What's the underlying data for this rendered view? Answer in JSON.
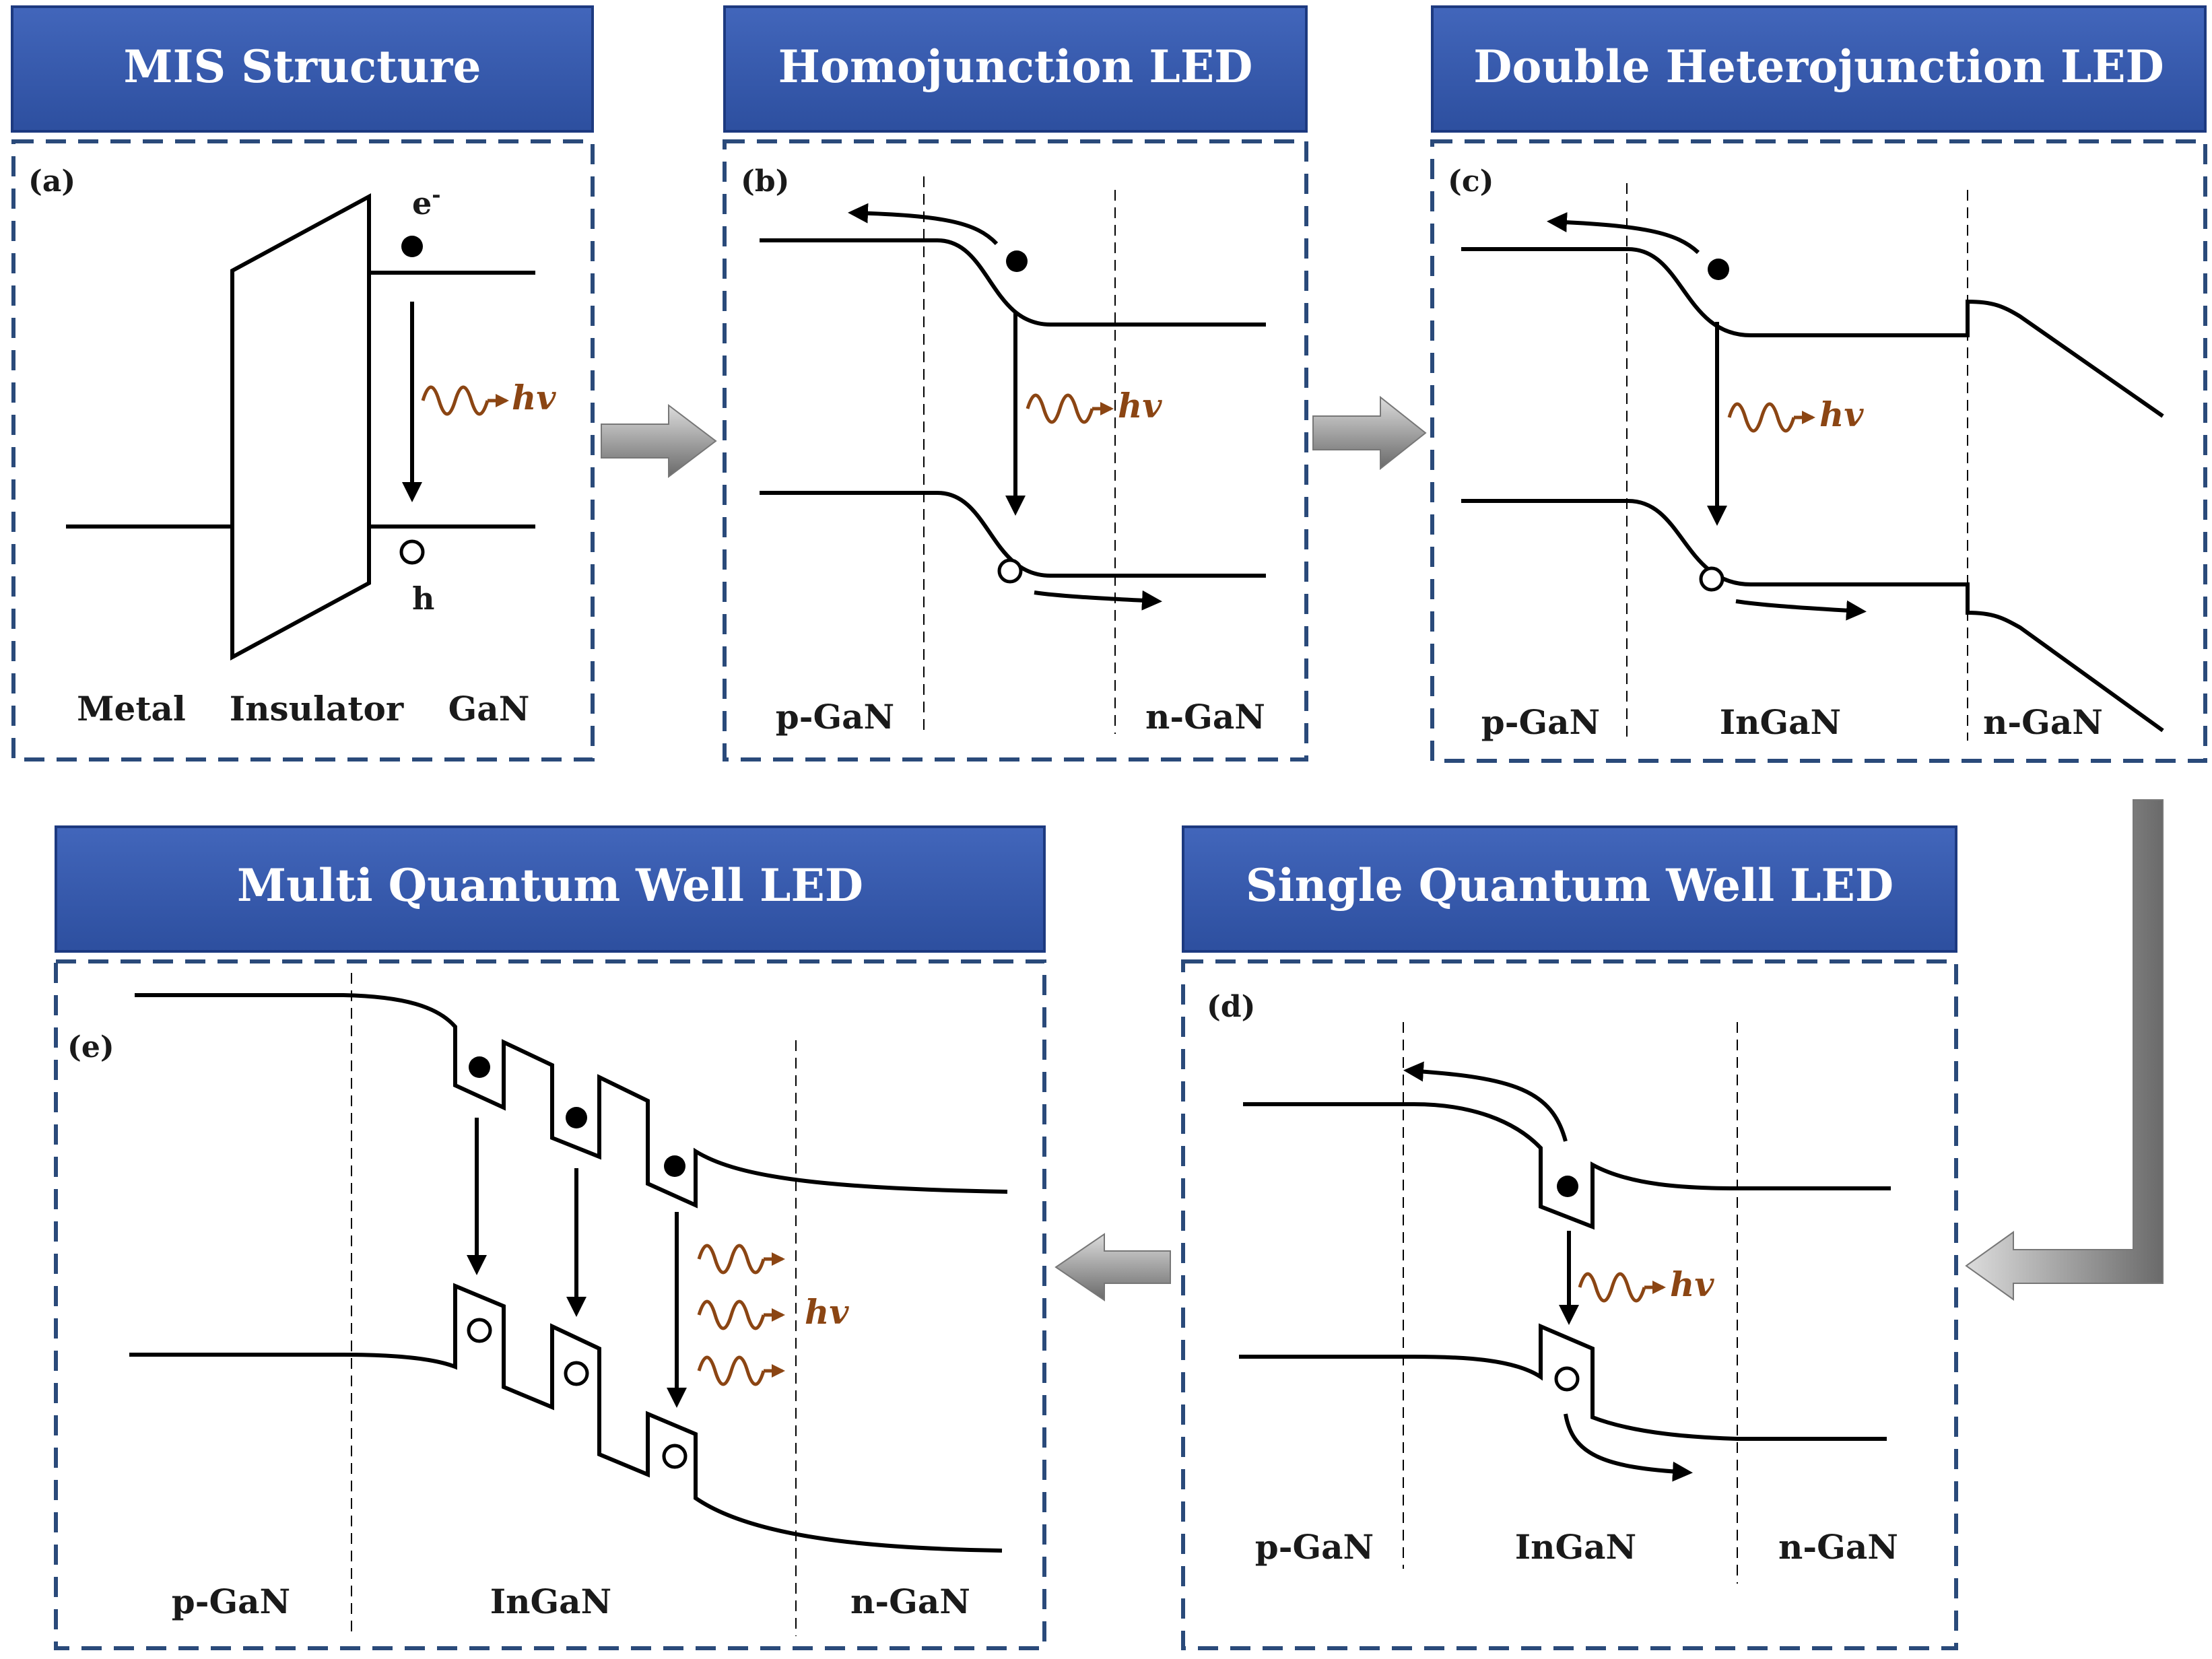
{
  "colors": {
    "header_bg": "#3355aa",
    "header_border": "#1d3a80",
    "frame_dash": "#2a4a7a",
    "band_line": "#000000",
    "photon": "#8B4513",
    "flow_arrow": "#9a9a9a"
  },
  "panels": {
    "a": {
      "title": "MIS Structure",
      "label": "(a)",
      "electron": "e",
      "electron_sup": "-",
      "hole": "h",
      "photon": "hv",
      "regions": [
        "Metal",
        "Insulator",
        "GaN"
      ]
    },
    "b": {
      "title": "Homojunction LED",
      "label": "(b)",
      "photon": "hv",
      "regions": [
        "p-GaN",
        "n-GaN"
      ]
    },
    "c": {
      "title": "Double Heterojunction LED",
      "label": "(c)",
      "photon": "hv",
      "regions": [
        "p-GaN",
        "InGaN",
        "n-GaN"
      ]
    },
    "d": {
      "title": "Single Quantum Well LED",
      "label": "(d)",
      "photon": "hv",
      "regions": [
        "p-GaN",
        "InGaN",
        "n-GaN"
      ]
    },
    "e": {
      "title": "Multi Quantum Well LED",
      "label": "(e)",
      "photon": "hv",
      "regions": [
        "p-GaN",
        "InGaN",
        "n-GaN"
      ]
    }
  }
}
